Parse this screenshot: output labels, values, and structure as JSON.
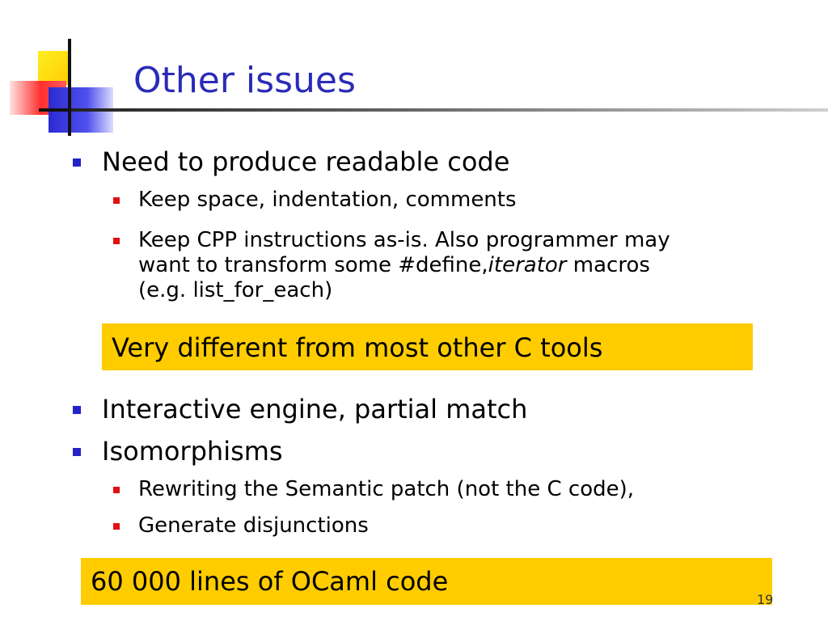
{
  "slide": {
    "title": "Other issues",
    "bullets_top": [
      {
        "text": "Need to produce readable code",
        "sub": [
          "Keep space, indentation, comments",
          [
            "Keep CPP instructions as-is. Also programmer may",
            "want to transform some #define,",
            "iterator",
            " macros",
            "(e.g. list_for_each)"
          ]
        ]
      }
    ],
    "callout1": "Very different from most other C tools",
    "bullets_bottom": [
      {
        "text": "Interactive engine, partial match"
      },
      {
        "text": "Isomorphisms",
        "sub": [
          "Rewriting the Semantic patch (not the C code),",
          "Generate disjunctions"
        ]
      }
    ],
    "callout2": "60 000 lines of OCaml code",
    "page_number": "19"
  },
  "colors": {
    "title": "#2b2bb8",
    "bullet_level1": "#2323c8",
    "bullet_level2": "#e01010",
    "callout_bg": "#ffcc00"
  }
}
